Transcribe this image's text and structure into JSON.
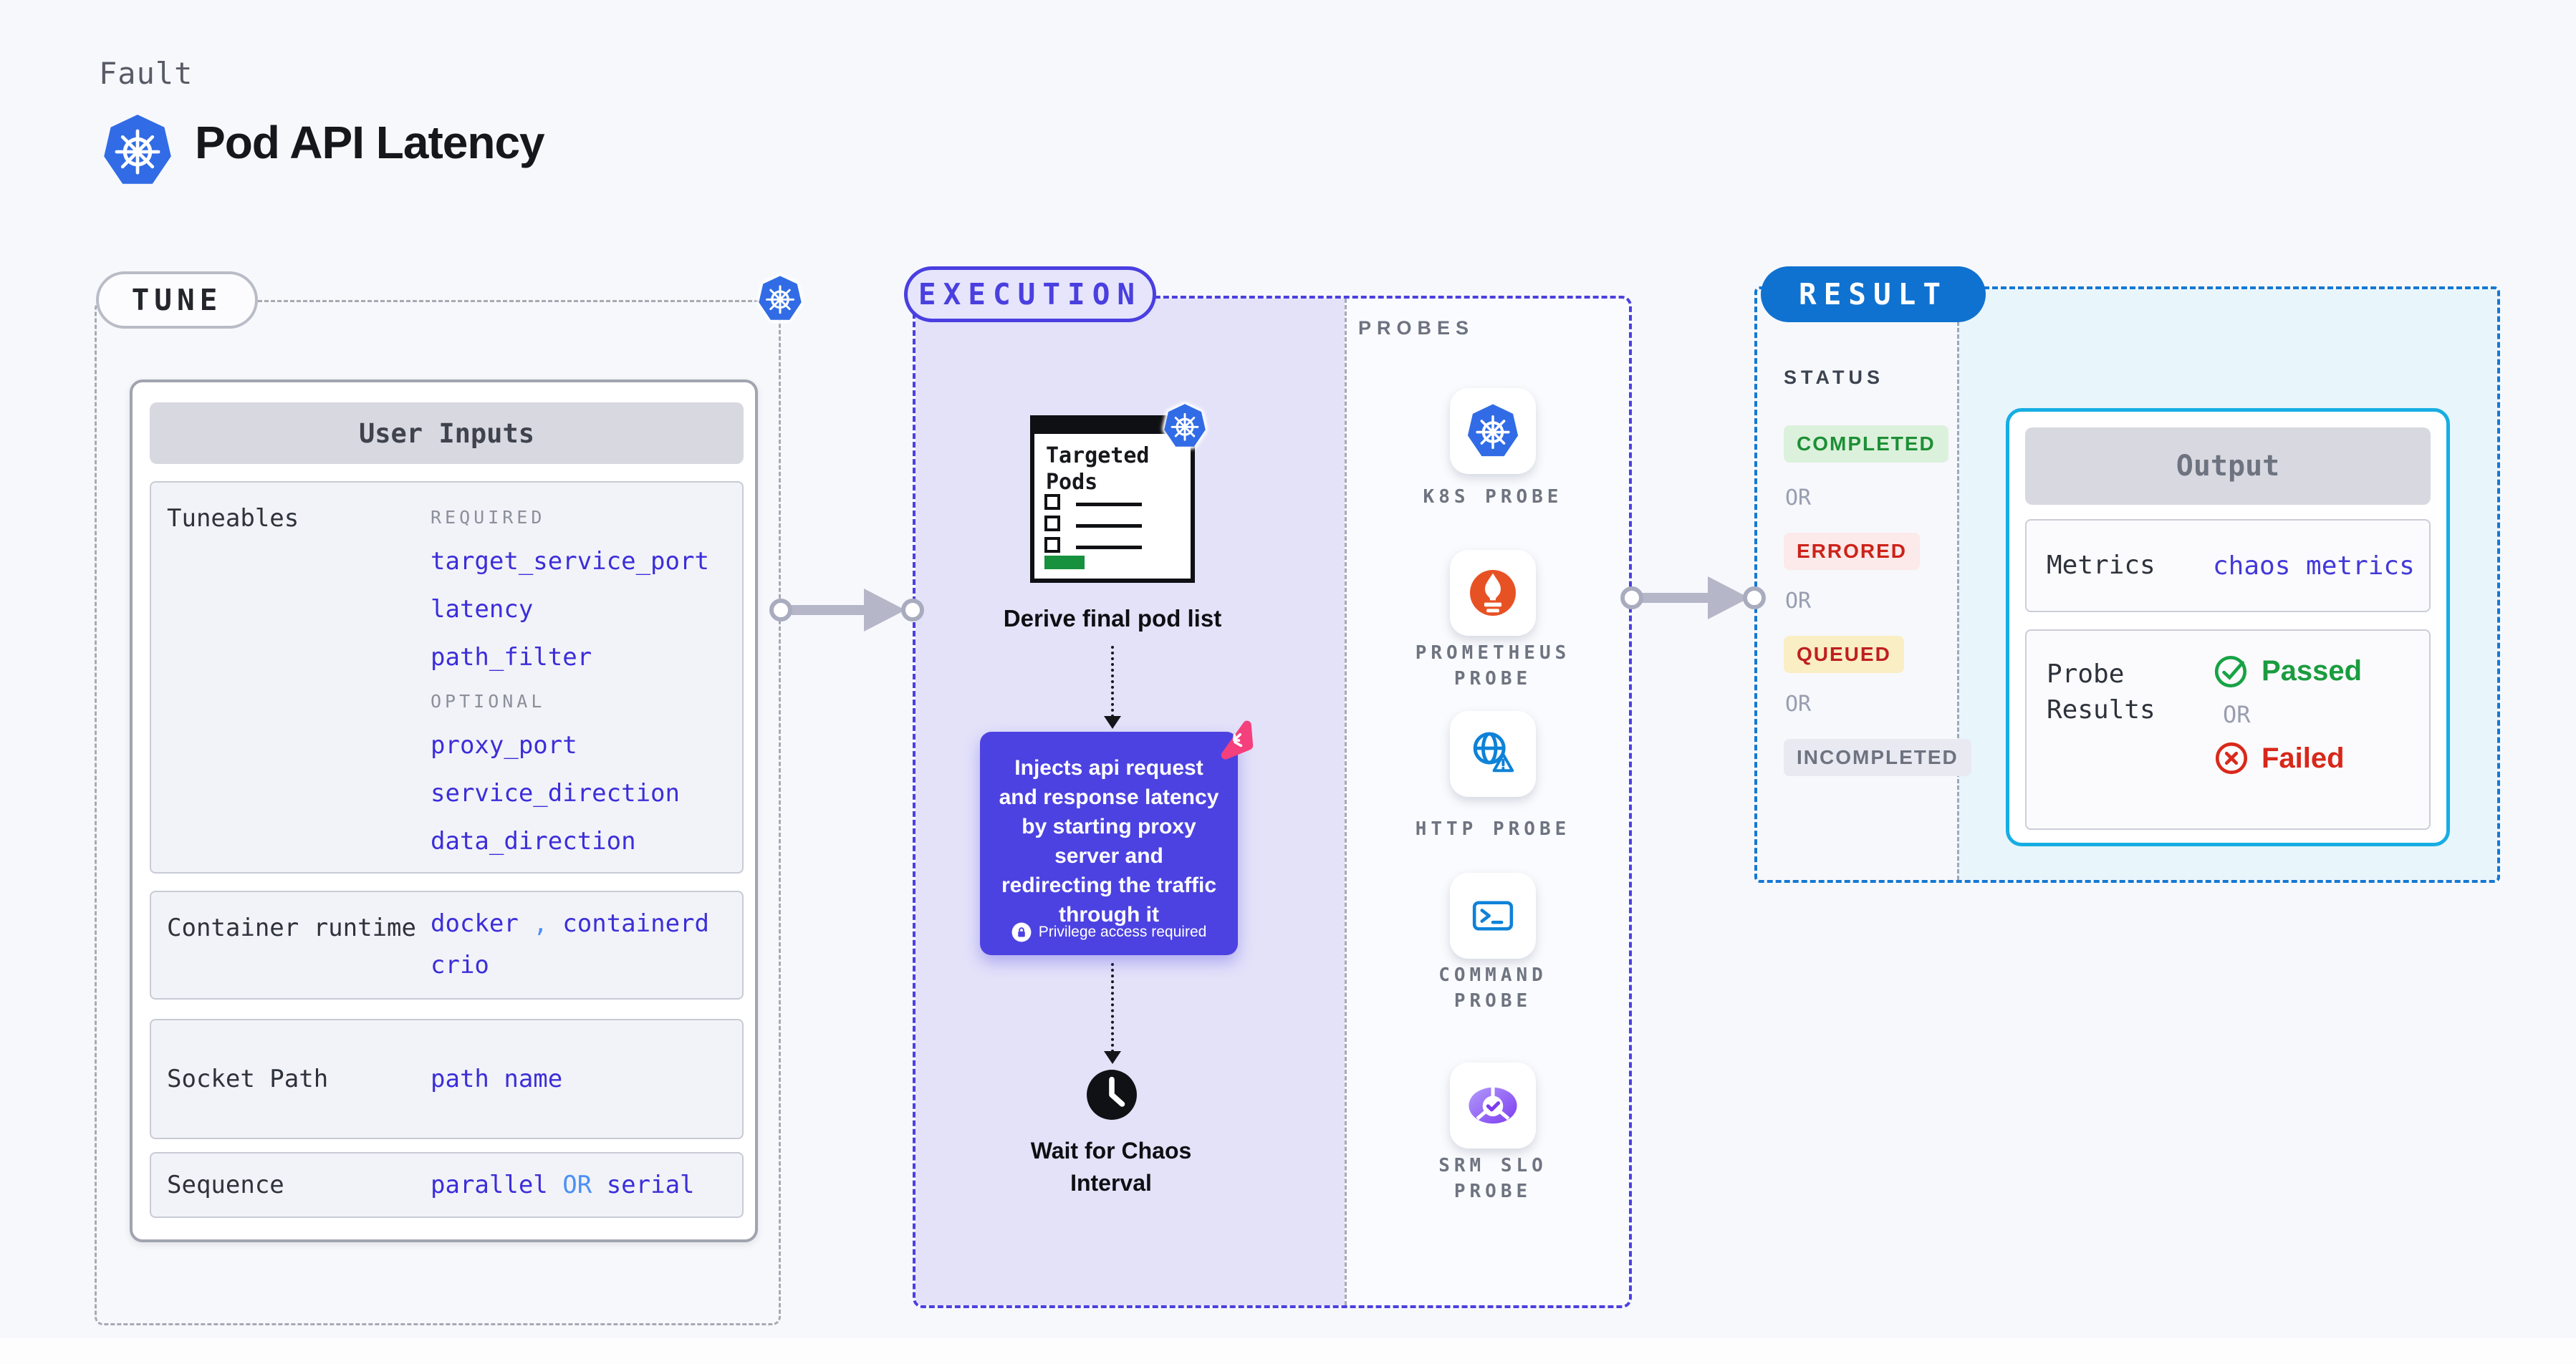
{
  "header": {
    "eyebrow": "Fault",
    "title": "Pod API Latency"
  },
  "tune": {
    "label": "TUNE",
    "user_inputs": {
      "title": "User Inputs",
      "tuneables": {
        "label": "Tuneables",
        "required_label": "REQUIRED",
        "required": [
          "target_service_port",
          "latency",
          "path_filter"
        ],
        "optional_label": "OPTIONAL",
        "optional": [
          "proxy_port",
          "service_direction",
          "data_direction"
        ]
      },
      "container_runtime": {
        "label": "Container runtime",
        "value1": "docker",
        "separator": ",",
        "value2": "containerd",
        "value3": "crio"
      },
      "socket_path": {
        "label": "Socket Path",
        "value": "path name"
      },
      "sequence": {
        "label": "Sequence",
        "value_a": "parallel",
        "or": "OR",
        "value_b": "serial"
      }
    }
  },
  "execution": {
    "label": "EXECUTION",
    "targeted_pods": {
      "title": "Targeted Pods"
    },
    "derive_label": "Derive final pod list",
    "inject_note": {
      "lines": [
        "Injects api request",
        "and response latency",
        "by starting proxy",
        "server and",
        "redirecting the traffic",
        "through it"
      ],
      "privilege": "Privilege access required"
    },
    "wait": {
      "line1": "Wait for Chaos",
      "line2": "Interval"
    }
  },
  "probes": {
    "label": "PROBES",
    "items": [
      {
        "line1": "K8S PROBE",
        "line2": "",
        "icon": "kubernetes-icon"
      },
      {
        "line1": "PROMETHEUS",
        "line2": "PROBE",
        "icon": "prometheus-icon"
      },
      {
        "line1": "HTTP PROBE",
        "line2": "",
        "icon": "http-globe-icon"
      },
      {
        "line1": "COMMAND",
        "line2": "PROBE",
        "icon": "terminal-icon"
      },
      {
        "line1": "SRM SLO",
        "line2": "PROBE",
        "icon": "slo-pie-icon"
      }
    ]
  },
  "result": {
    "label": "RESULT",
    "status": {
      "label": "STATUS",
      "completed": "COMPLETED",
      "errored": "ERRORED",
      "queued": "QUEUED",
      "incompleted": "INCOMPLETED",
      "or": "OR"
    },
    "output": {
      "title": "Output",
      "metrics_label": "Metrics",
      "metrics_value": "chaos metrics",
      "probe_results_label": "Probe Results",
      "passed": "Passed",
      "or": "OR",
      "failed": "Failed"
    }
  },
  "colors": {
    "kubernetes_blue": "#316ce6",
    "indigo_accent": "#4b40df",
    "value_indigo": "#3c2ed9",
    "light_blue": "#4a90f5",
    "result_blue": "#0f72d0",
    "output_cyan": "#17ade3",
    "litmus_pink": "#f4407c",
    "prometheus_orange": "#e75225",
    "passed_green": "#1a9c3f",
    "failed_red": "#d8271a",
    "targeted_green": "#18913f"
  }
}
